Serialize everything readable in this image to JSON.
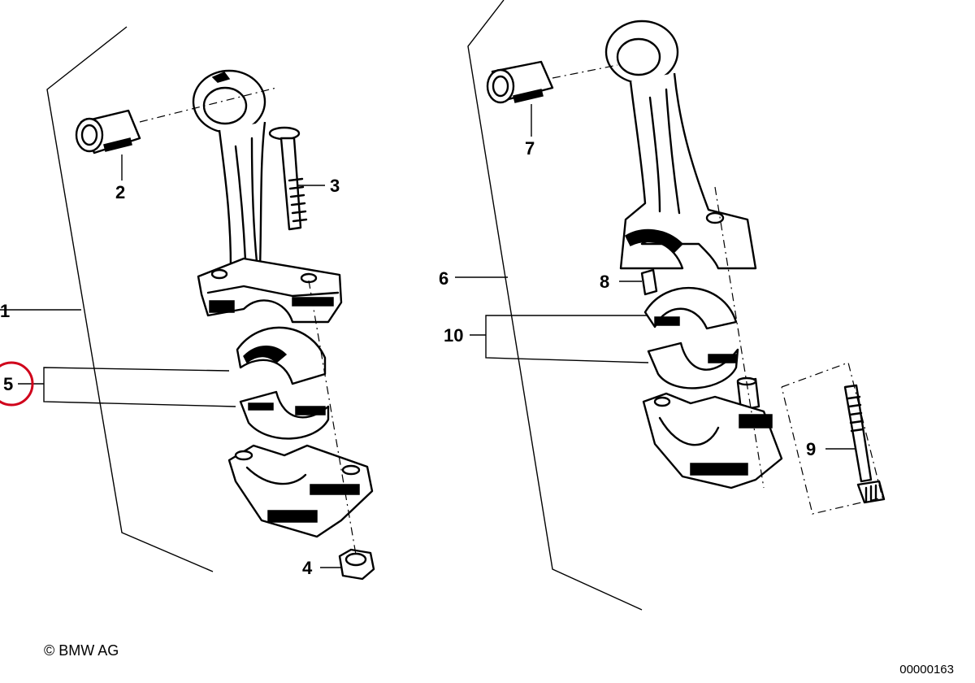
{
  "callouts": {
    "c1": "1",
    "c2": "2",
    "c3": "3",
    "c4": "4",
    "c5": "5",
    "c6": "6",
    "c7": "7",
    "c8": "8",
    "c9": "9",
    "c10": "10"
  },
  "highlight": {
    "target": "5",
    "color": "#d0021b"
  },
  "footer": {
    "copyright": "© BMW AG",
    "diagram_number": "00000163"
  }
}
